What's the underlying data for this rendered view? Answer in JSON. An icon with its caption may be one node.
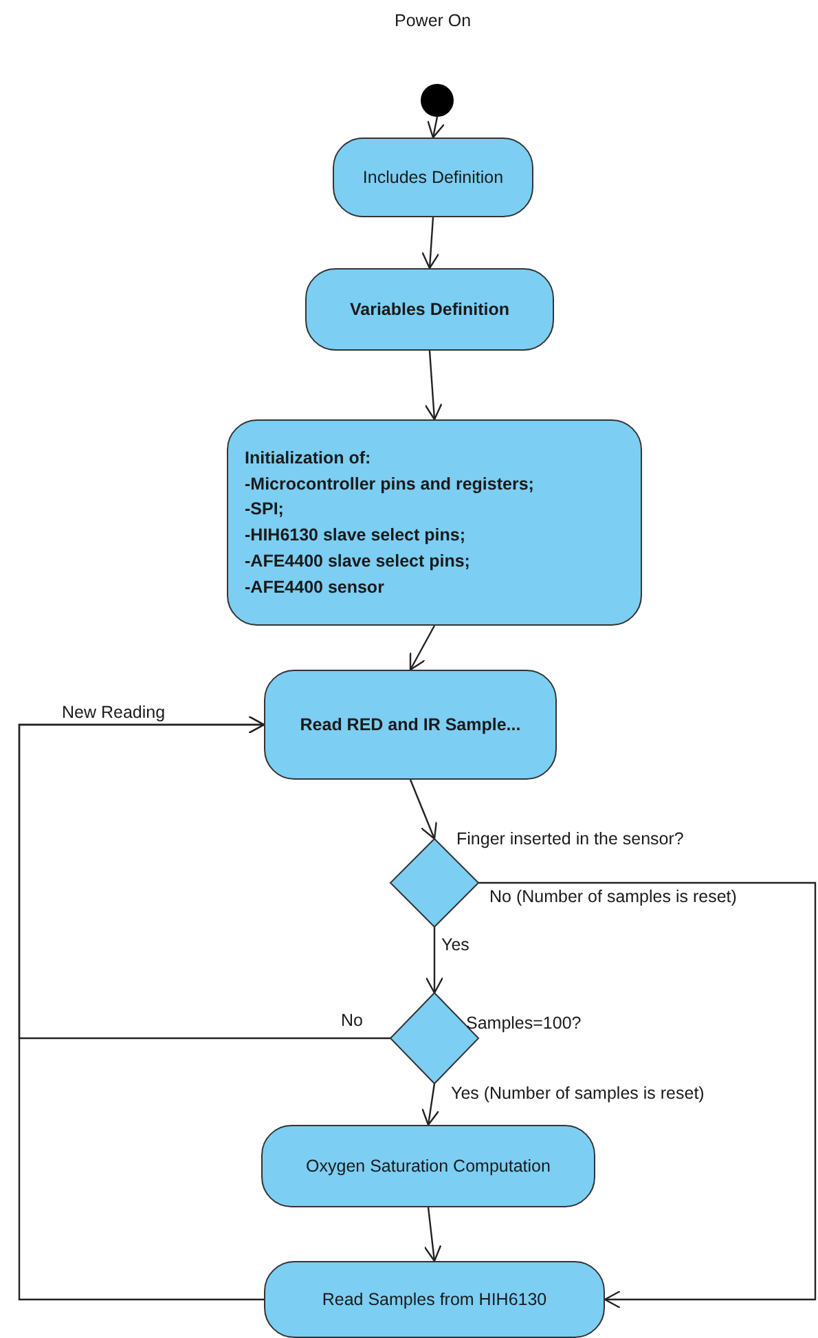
{
  "diagram": {
    "nodes": [
      {
        "text": [],
        "shape": "circle",
        "beside": [
          "Power On"
        ]
      },
      {
        "text": [
          "Includes Definition"
        ]
      },
      {
        "text": [
          "Variables Definition"
        ]
      },
      {
        "text": [
          "Initialization of:",
          "-Microcontroller pins and registers;",
          "-SPI;",
          "-HIH6130 slave select pins;",
          "-AFE4400 slave select pins;",
          "-AFE4400 sensor"
        ]
      },
      {
        "text": [
          "Read RED and IR Sample..."
        ]
      },
      {
        "text": [],
        "shape": "diamond",
        "beside": [
          "Finger inserted in the sensor?"
        ]
      },
      {
        "text": [],
        "shape": "diamond",
        "beside": [
          "Samples=100?"
        ]
      },
      {
        "text": [
          "Oxygen Saturation Computation"
        ]
      },
      {
        "text": [
          "Read Samples from HIH6130"
        ]
      }
    ],
    "edges": [
      {
        "from": 0,
        "to": 1,
        "arrow": "to"
      },
      {
        "from": 1,
        "to": 2,
        "arrow": "to"
      },
      {
        "from": 2,
        "to": 3,
        "arrow": "to"
      },
      {
        "from": 3,
        "to": 4,
        "arrow": "to"
      },
      {
        "from": 4,
        "to": 5,
        "arrow": "to"
      },
      {
        "from": 5,
        "to": 6,
        "arrow": "to",
        "label": "Yes"
      },
      {
        "from": 6,
        "to": 7,
        "arrow": "to",
        "label": "Yes (Number of samples is reset)"
      },
      {
        "from": 7,
        "to": 8,
        "arrow": "to"
      },
      {
        "from": 5,
        "to": 8,
        "arrow": "to",
        "label": "No (Number of samples is reset)"
      },
      {
        "from": 6,
        "to": 4,
        "arrow": "to",
        "label": "No"
      },
      {
        "from": 8,
        "to": 4,
        "arrow": "to",
        "label": "New Reading"
      }
    ]
  }
}
